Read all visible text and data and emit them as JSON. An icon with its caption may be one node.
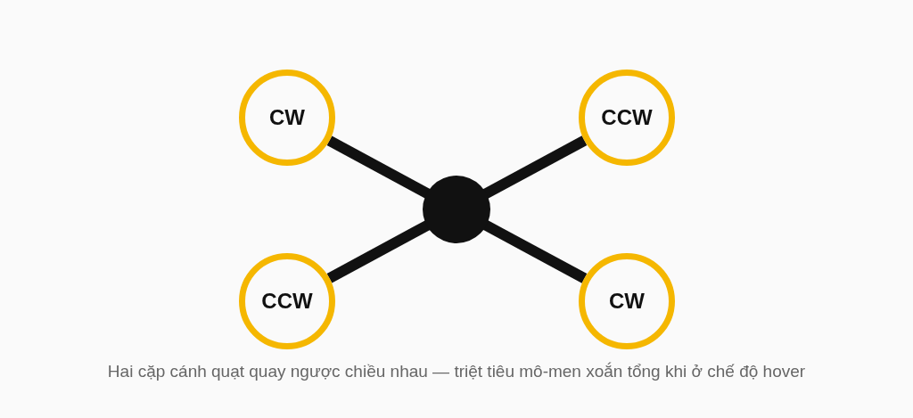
{
  "diagram": {
    "caption": "Hai cặp cánh quạt quay ngược chiều nhau — triệt tiêu mô-men xoắn tổng khi ở chế độ hover",
    "nodes": [
      {
        "text": [],
        "shape": "circle"
      },
      {
        "text": [
          "CW"
        ]
      },
      {
        "text": [
          "CCW"
        ]
      },
      {
        "text": [
          "CCW"
        ]
      },
      {
        "text": [
          "CW"
        ]
      }
    ],
    "edges": [
      {
        "from": 0,
        "to": 1,
        "arrow": "none"
      },
      {
        "from": 0,
        "to": 2,
        "arrow": "none"
      },
      {
        "from": 0,
        "to": 3,
        "arrow": "none"
      },
      {
        "from": 0,
        "to": 4,
        "arrow": "none"
      }
    ]
  }
}
